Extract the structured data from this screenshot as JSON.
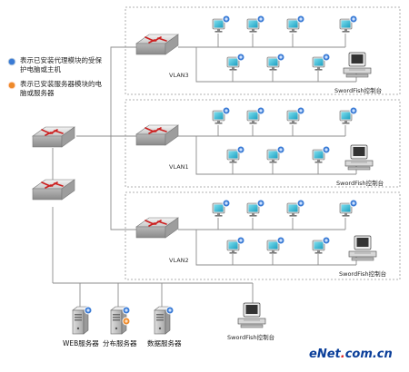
{
  "legend": [
    {
      "text": "表示已安装代理模块的受保护电脑或主机",
      "color": "#3a7bd5"
    },
    {
      "text": "表示已安装服务器模块的电脑或服务器",
      "color": "#ee8a2a"
    }
  ],
  "vlans": [
    {
      "label": "VLAN3",
      "console": "SwordFish控制台"
    },
    {
      "label": "VLAN1",
      "console": "SwordFish控制台"
    },
    {
      "label": "VLAN2",
      "console": "SwordFish控制台"
    }
  ],
  "servers": [
    {
      "label": "WEB服务器",
      "badge": "agent"
    },
    {
      "label": "分布服务器",
      "badge": "server"
    },
    {
      "label": "数据服务器",
      "badge": "agent"
    }
  ],
  "bottom_console": "SwordFish控制台",
  "brand": {
    "prefix": "eNet",
    "dot": ".",
    "suffix": "com.cn"
  },
  "colors": {
    "agent": "#3a7bd5",
    "server": "#ee8a2a",
    "router": "#cc1f1f",
    "line": "#8c8c8c"
  }
}
